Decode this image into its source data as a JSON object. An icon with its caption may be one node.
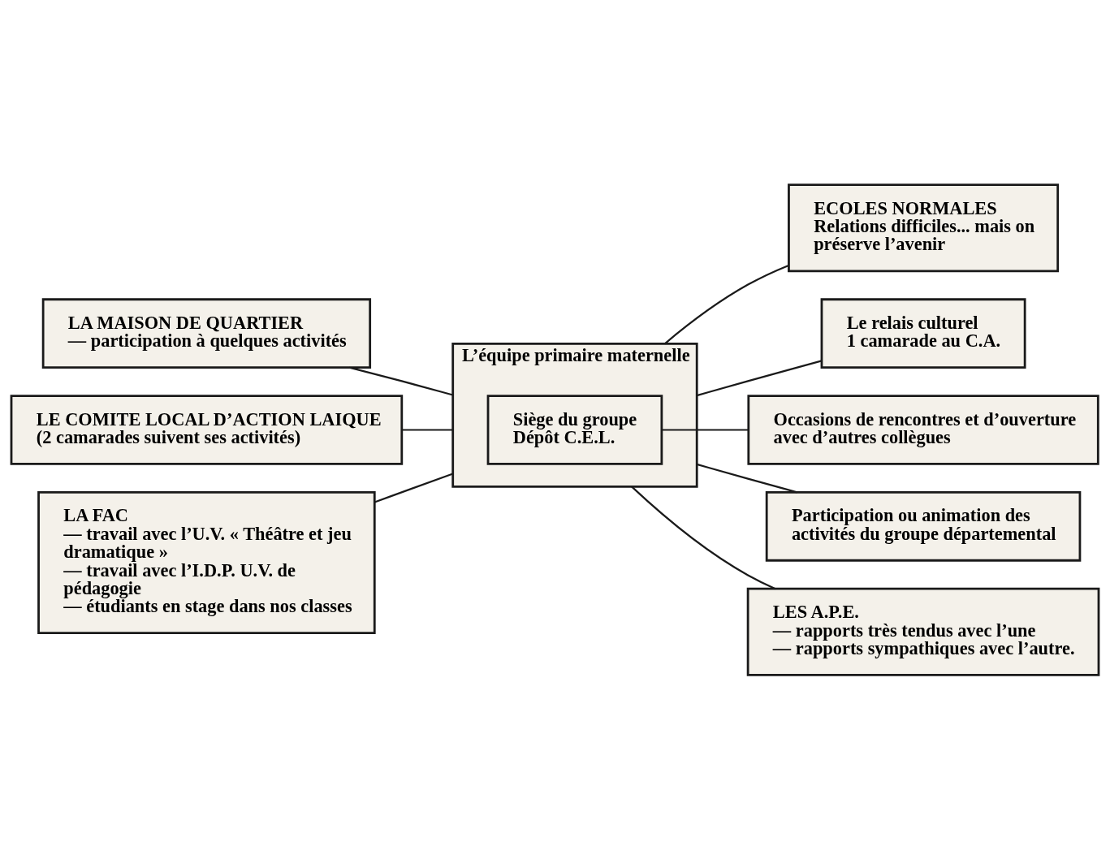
{
  "diagram": {
    "nodes": [
      {
        "text": [
          "LA MAISON DE QUARTIER",
          "— participation à quelques activités"
        ]
      },
      {
        "text": [
          "ECOLES NORMALES",
          "Relations difficiles... mais on préserve l’avenir"
        ]
      },
      {
        "text": [
          "L’équipe primaire maternelle"
        ]
      },
      {
        "text": [
          "Siège du groupe",
          "Dépôt C.E.L."
        ],
        "in": 2
      },
      {
        "text": [
          "LE COMITE LOCAL D’ACTION LAIQUE",
          "(2 camarades suivent ses activités)"
        ]
      },
      {
        "text": [
          "Le relais culturel",
          "1 camarade au C.A."
        ]
      },
      {
        "text": [
          "LA FAC",
          "— travail avec l’U.V. « Théâtre et jeu dramatique »",
          "— travail avec l’I.D.P. U.V. de pédagogie",
          "— étudiants en stage dans nos classes"
        ]
      },
      {
        "text": [
          "Occasions de rencontres et d’ouverture avec d’autres collègues"
        ]
      },
      {
        "text": [
          "Participation ou animation des activités du groupe départemental"
        ]
      },
      {
        "text": [
          "LES A.P.E.",
          "— rapports très tendus avec l’une",
          "— rapports sympathiques avec l’autre."
        ]
      }
    ],
    "edges": [
      {
        "from": 2,
        "to": 0,
        "arrow": "none"
      },
      {
        "from": 2,
        "to": 1,
        "arrow": "none"
      },
      {
        "from": 2,
        "to": 4,
        "arrow": "none"
      },
      {
        "from": 2,
        "to": 5,
        "arrow": "none"
      },
      {
        "from": 2,
        "to": 6,
        "arrow": "none"
      },
      {
        "from": 3,
        "to": 7,
        "arrow": "none"
      },
      {
        "from": 2,
        "to": 8,
        "arrow": "none"
      },
      {
        "from": 2,
        "to": 9,
        "arrow": "none"
      }
    ]
  }
}
